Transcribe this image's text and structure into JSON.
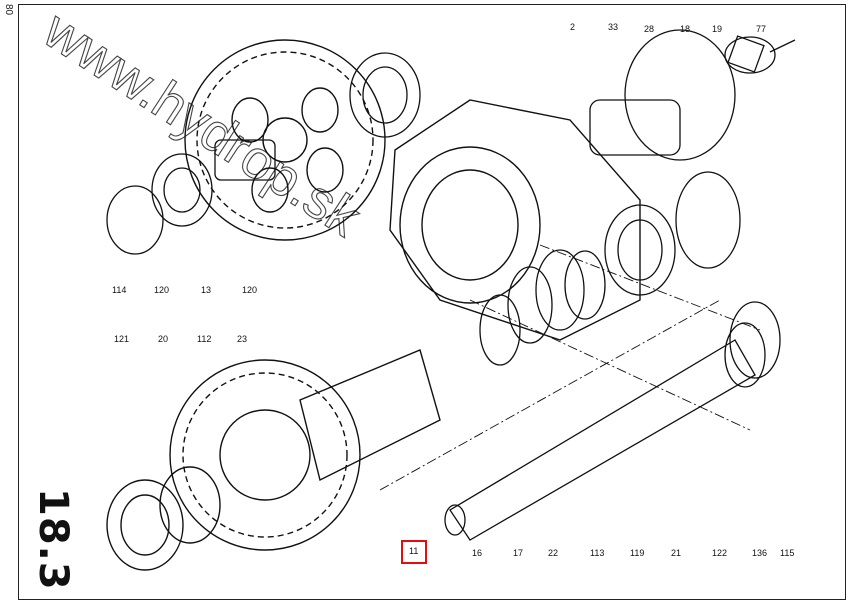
{
  "page_number": "80",
  "section_number": "18.3",
  "watermark": "www.hydrop.sk",
  "highlight_color": "#e01010",
  "callouts_top": [
    "2",
    "33",
    "28",
    "18",
    "19",
    "77"
  ],
  "callouts_left_upper": [
    "114",
    "120",
    "13",
    "120"
  ],
  "callouts_left_lower": [
    "121",
    "20",
    "112",
    "23"
  ],
  "callouts_bottom": [
    "11",
    "16",
    "17",
    "22",
    "113",
    "119",
    "21",
    "122",
    "136",
    "115"
  ],
  "highlighted_callout": "11"
}
